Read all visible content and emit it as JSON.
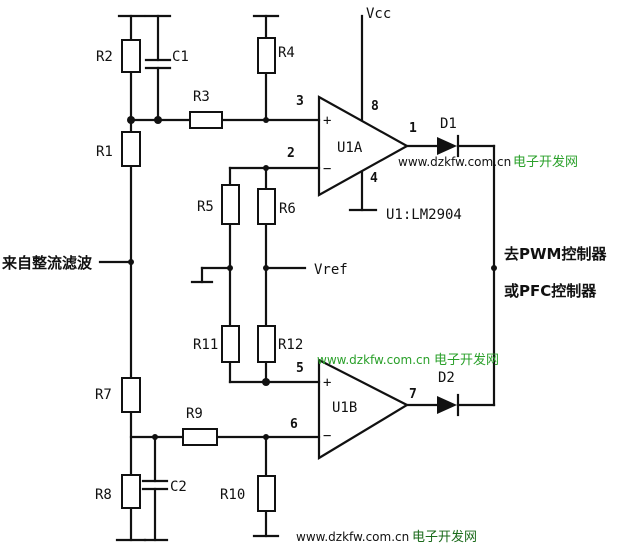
{
  "labels": {
    "vcc": "Vcc",
    "vref": "Vref",
    "input": "来自整流滤波",
    "output1": "去PWM控制器",
    "output2": "或PFC控制器",
    "ic_note": "U1:LM2904",
    "u1a": "U1A",
    "u1b": "U1B",
    "d1": "D1",
    "d2": "D2"
  },
  "resistors": {
    "r1": "R1",
    "r2": "R2",
    "r3": "R3",
    "r4": "R4",
    "r5": "R5",
    "r6": "R6",
    "r7": "R7",
    "r8": "R8",
    "r9": "R9",
    "r10": "R10",
    "r11": "R11",
    "r12": "R12"
  },
  "capacitors": {
    "c1": "C1",
    "c2": "C2"
  },
  "pins": {
    "p1": "1",
    "p2": "2",
    "p3": "3",
    "p4": "4",
    "p5": "5",
    "p6": "6",
    "p7": "7",
    "p8": "8",
    "plus": "+",
    "minus": "−"
  },
  "watermarks": {
    "url": "www.dzkfw.com.cn",
    "site": "电子开发网"
  }
}
